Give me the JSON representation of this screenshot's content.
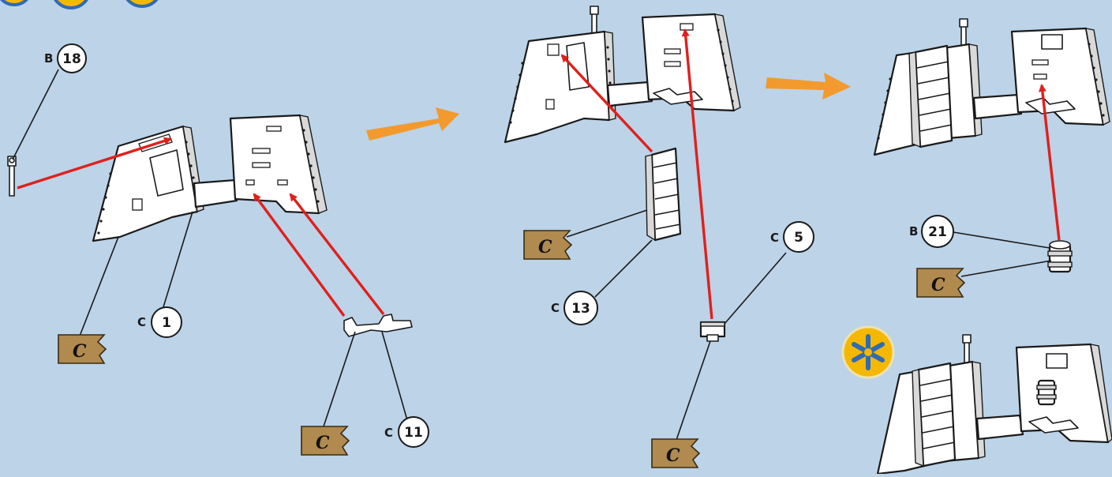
{
  "colors": {
    "background": "#bcd3e8",
    "arrow_red": "#e0201c",
    "step_arrow_orange": "#f29a2e",
    "flag_tan": "#b08a4e",
    "badge_yellow": "#f5b800",
    "badge_blue": "#2f6bb5"
  },
  "icons": {
    "step_arrow": "orange-arrow-right",
    "flag": "pennant-flag-letter",
    "asterisk_badge": "asterisk-circle"
  },
  "flag_letter": "C",
  "step1": {
    "part_18": {
      "group": "B",
      "number": "18"
    },
    "part_1": {
      "group": "C",
      "number": "1"
    },
    "part_11": {
      "group": "C",
      "number": "11"
    }
  },
  "step2": {
    "part_13": {
      "group": "C",
      "number": "13"
    },
    "part_5": {
      "group": "C",
      "number": "5"
    }
  },
  "step3": {
    "part_21": {
      "group": "B",
      "number": "21"
    }
  }
}
